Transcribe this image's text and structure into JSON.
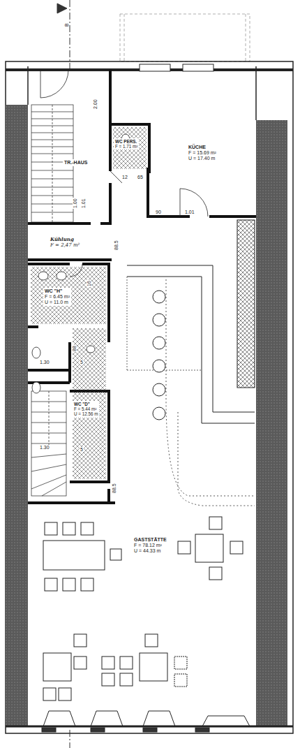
{
  "diagram": {
    "nodes": [
      {
        "text": [
          "TR.-HAUS"
        ]
      },
      {
        "text": [
          "WC PERS.",
          "F = 1.71 m²"
        ]
      },
      {
        "text": [
          "KÜCHE",
          "F = 15.69 m²",
          "U = 17.40 m"
        ]
      },
      {
        "text": [
          "Kühlung",
          "F = 2,47 m²"
        ]
      },
      {
        "text": [
          "WC \"H\"",
          "F = 6.45 m²",
          "U = 11.0 m"
        ]
      },
      {
        "text": [
          "WC \"D\"",
          "F = 5.44 m²",
          "U = 12.56 m"
        ]
      },
      {
        "text": [
          "GASTSTÄTTE",
          "F = 78.12 m²",
          "U = 44.33 m"
        ]
      }
    ],
    "labels": [
      "B",
      "2.00",
      "1.00",
      "1.01",
      "12",
      "65",
      "90",
      "1.01",
      "88.5",
      "16",
      "88",
      "1.30",
      "5",
      "1.30",
      "5",
      "88.5"
    ]
  }
}
